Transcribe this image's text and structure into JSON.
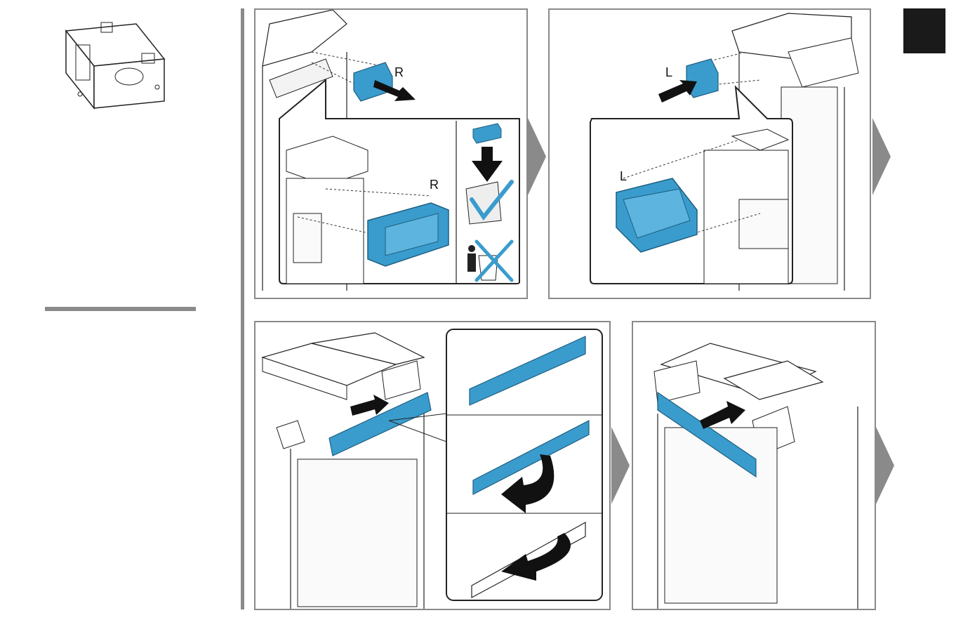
{
  "page": {
    "background": "#ffffff",
    "accent_blue": "#3a9ccd",
    "frame_gray": "#8a8a8a",
    "corner_tab_color": "#1a1a1a"
  },
  "step1": {
    "arrow_label": "R",
    "detail_label": "R",
    "icons": [
      "keep-in-bag-check-icon",
      "do-not-discard-x-icon"
    ]
  },
  "step2": {
    "arrow_label": "L",
    "detail_label": "L"
  },
  "step3": {
    "sub_steps": [
      "strip-view",
      "flip-strip",
      "rotate-strip"
    ]
  },
  "step4": {}
}
